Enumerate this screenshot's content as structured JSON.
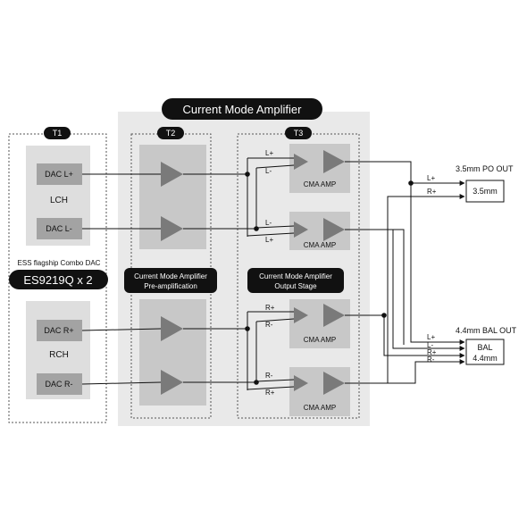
{
  "title": "Current Mode Amplifier",
  "sections": {
    "t1": "T1",
    "t2": "T2",
    "t3": "T3"
  },
  "dac": {
    "l_plus": "DAC L+",
    "l_minus": "DAC L-",
    "r_plus": "DAC R+",
    "r_minus": "DAC R-",
    "lch": "LCH",
    "rch": "RCH",
    "ess_note": "ESS flagship  Combo DAC",
    "chip": "ES9219Q x 2"
  },
  "stage_labels": {
    "pre_line1": "Current Mode Amplifier",
    "pre_line2": "Pre-amplification",
    "out_line1": "Current Mode Amplifier",
    "out_line2": "Output Stage"
  },
  "cma_amp": "CMA AMP",
  "pins": {
    "amp1_top": "L+",
    "amp1_bot": "L-",
    "amp2_top": "L-",
    "amp2_bot": "L+",
    "amp3_top": "R+",
    "amp3_bot": "R-",
    "amp4_top": "R-",
    "amp4_bot": "R+"
  },
  "outputs": {
    "po_title": "3.5mm PO OUT",
    "po_box": "3.5mm",
    "po_lines": [
      "L+",
      "R+"
    ],
    "bal_title": "4.4mm BAL OUT",
    "bal_box_line1": "BAL",
    "bal_box_line2": "4.4mm",
    "bal_lines": [
      "L+",
      "L-",
      "R+",
      "R-"
    ]
  }
}
